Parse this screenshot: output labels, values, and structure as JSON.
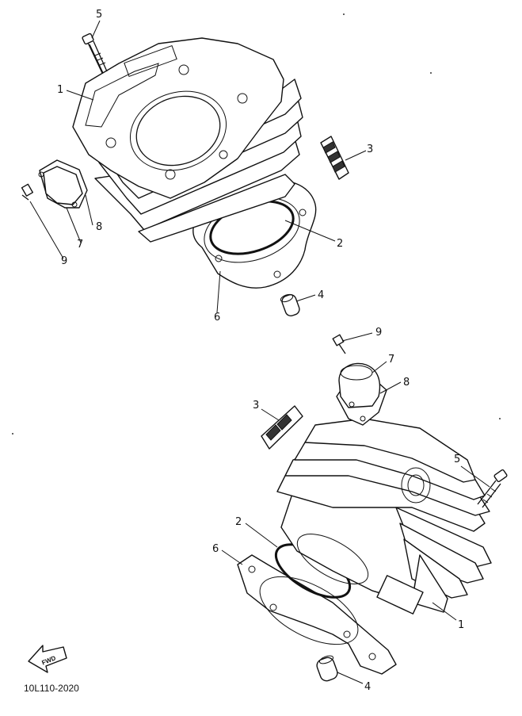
{
  "diagram": {
    "callouts_top": [
      "5",
      "1",
      "3",
      "8",
      "7",
      "9",
      "2",
      "4",
      "6"
    ],
    "callouts_bottom": [
      "9",
      "7",
      "8",
      "3",
      "5",
      "2",
      "6",
      "1",
      "4"
    ],
    "fwd_label": "FWD",
    "figure_code": "10L110-2020"
  }
}
